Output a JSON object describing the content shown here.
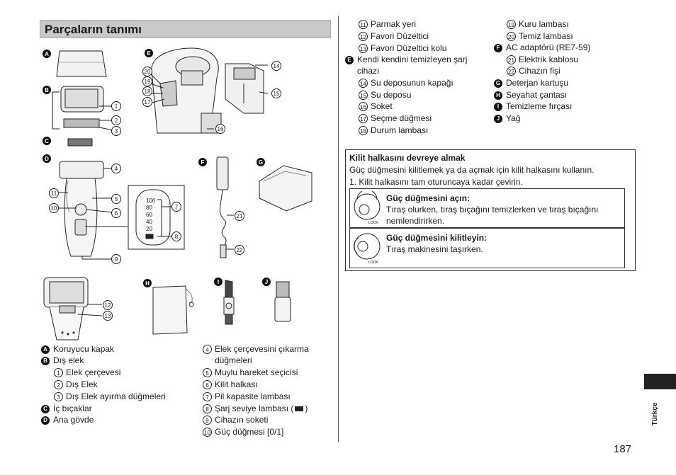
{
  "title": "Parçaların tanımı",
  "figure_badges": {
    "A": "A",
    "B": "B",
    "C": "C",
    "D": "D",
    "E": "E",
    "F": "F",
    "G": "G",
    "H": "H",
    "I": "I",
    "J": "J"
  },
  "callout_numbers": [
    "1",
    "2",
    "3",
    "4",
    "5",
    "6",
    "7",
    "8",
    "9",
    "10",
    "11",
    "12",
    "13",
    "14",
    "15",
    "16",
    "17",
    "18",
    "19",
    "20",
    "21",
    "22"
  ],
  "battery_levels": [
    "100",
    "80",
    "60",
    "40",
    "20"
  ],
  "left_list": [
    {
      "badge": "A",
      "text": "Koruyucu kapak"
    },
    {
      "badge": "B",
      "text": "Dış elek"
    },
    {
      "num": "1",
      "text": "Elek çerçevesi"
    },
    {
      "num": "2",
      "text": "Dış Elek"
    },
    {
      "num": "3",
      "text": "Dış Elek ayırma düğmeleri"
    },
    {
      "badge": "C",
      "text": "İç bıçaklar"
    },
    {
      "badge": "D",
      "text": "Ana gövde"
    }
  ],
  "mid_list": [
    {
      "num": "4",
      "text": "Elek çerçevesini çıkarma"
    },
    {
      "num": "",
      "text": "düğmeleri"
    },
    {
      "num": "5",
      "text": "Muylu hareket seçicisi"
    },
    {
      "num": "6",
      "text": "Kilit halkası"
    },
    {
      "num": "7",
      "text": "Pil kapasite lambası"
    },
    {
      "num": "8",
      "text": "Şarj seviye lambası ("
    },
    {
      "num": "9",
      "text": "Cihazın soketi"
    },
    {
      "num": "10",
      "text": "Güç düğmesi [0/1]"
    }
  ],
  "mid_list_suffix": ")",
  "right_col1": [
    {
      "num": "11",
      "text": "Parmak yeri"
    },
    {
      "num": "12",
      "text": "Favori Düzeltici"
    },
    {
      "num": "13",
      "text": "Favori Düzeltici kolu"
    },
    {
      "badge": "E",
      "text": "Kendi kendini temizleyen şarj"
    },
    {
      "plain": true,
      "text": "cihazı"
    },
    {
      "num": "14",
      "text": "Su deposunun kapağı"
    },
    {
      "num": "15",
      "text": "Su deposu"
    },
    {
      "num": "16",
      "text": "Soket"
    },
    {
      "num": "17",
      "text": "Seçme düğmesi"
    },
    {
      "num": "18",
      "text": "Durum lambası"
    }
  ],
  "right_col2": [
    {
      "num": "19",
      "text": "Kuru lambası"
    },
    {
      "num": "20",
      "text": "Temiz lambası"
    },
    {
      "badge": "F",
      "text": "AC adaptörü (RE7-59)"
    },
    {
      "num": "21",
      "text": "Elektrik kablosu"
    },
    {
      "num": "22",
      "text": "Cihazın fişi"
    },
    {
      "badge": "G",
      "text": "Deterjan kartuşu"
    },
    {
      "badge": "H",
      "text": "Seyahat çantası"
    },
    {
      "badge": "I",
      "text": "Temizleme fırçası"
    },
    {
      "badge": "J",
      "text": "Yağ"
    }
  ],
  "lock": {
    "heading": "Kilit halkasını devreye almak",
    "intro": "Güç düğmesini kilitlemek ya da açmak için kilit halkasını kullanın.",
    "step": "1. Kilit halkasını tam oturuncaya kadar çevirin.",
    "unlock_title": "Güç düğmesini açın:",
    "unlock_text1": "Tıraş olurken, tıraş bıçağını temizlerken ve tıraş bıçağını",
    "unlock_text2": "nemlendirirken.",
    "lock_title": "Güç düğmesini kilitleyin:",
    "lock_text": "Tıraş makinesini taşırken.",
    "dial_label": "LOCK"
  },
  "side_label": "Türkçe",
  "page_number": "187"
}
